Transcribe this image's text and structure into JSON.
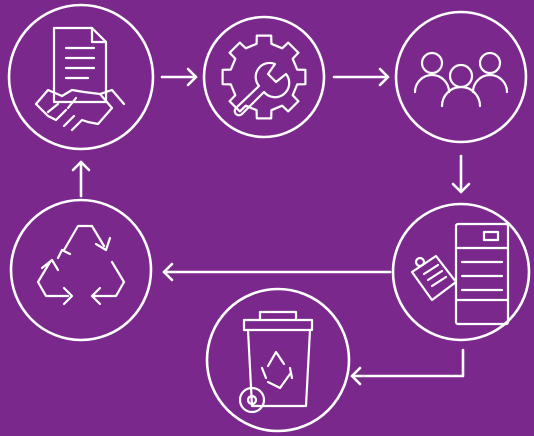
{
  "diagram": {
    "background_color": "#7b288d",
    "stroke_color": "#ffffff",
    "nodes": [
      {
        "id": "contract",
        "icon": "contract-handshake-icon"
      },
      {
        "id": "configure",
        "icon": "gear-wrench-icon"
      },
      {
        "id": "users",
        "icon": "people-group-icon"
      },
      {
        "id": "printer",
        "icon": "office-printer-icon"
      },
      {
        "id": "disposal",
        "icon": "recycling-bin-icon"
      },
      {
        "id": "recycle",
        "icon": "recycle-arrows-icon"
      }
    ],
    "flow": [
      "contract",
      "configure",
      "users",
      "printer",
      "disposal",
      "recycle",
      "contract"
    ]
  }
}
